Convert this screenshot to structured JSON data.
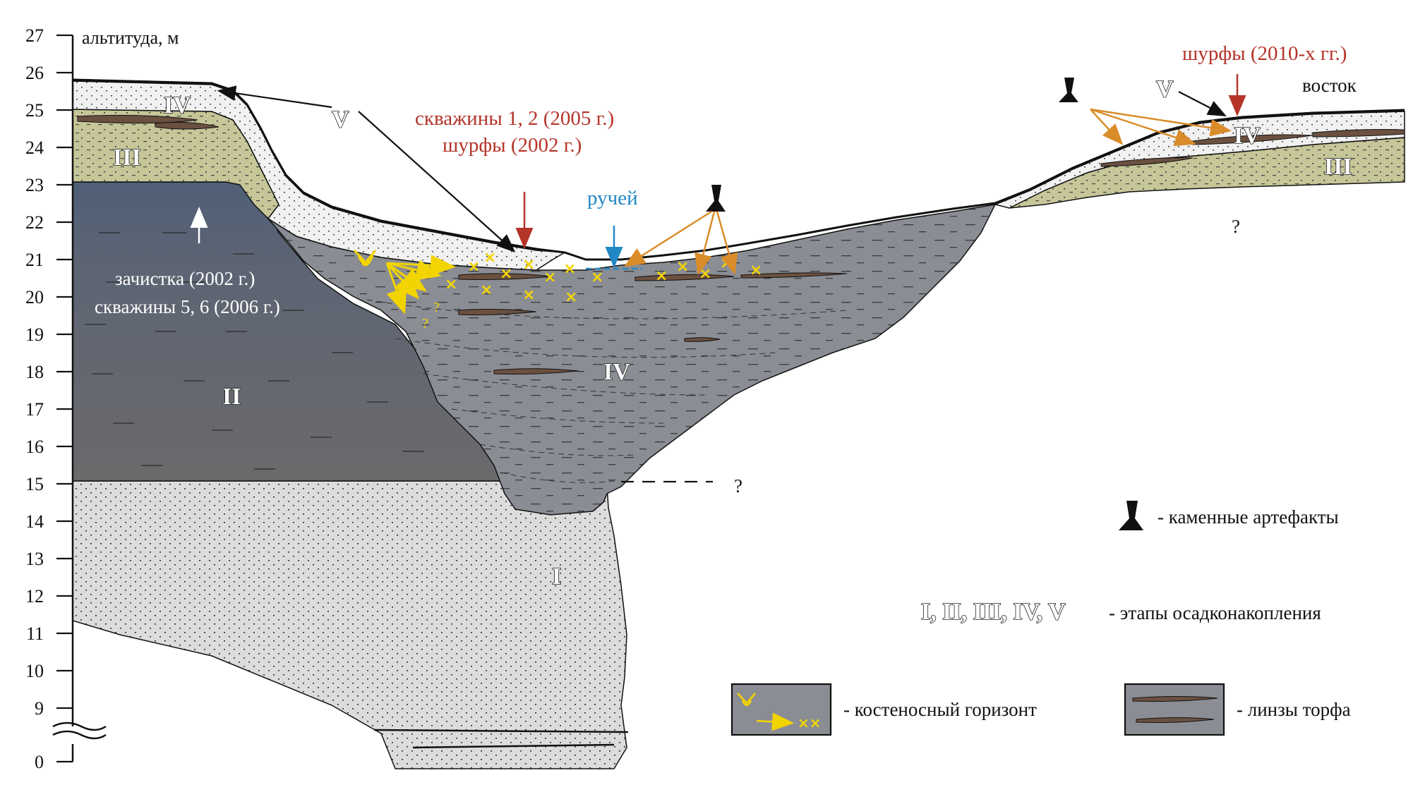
{
  "axis": {
    "title": "альтитуда, м",
    "ticks": [
      "27",
      "26",
      "25",
      "24",
      "23",
      "22",
      "21",
      "20",
      "19",
      "18",
      "17",
      "16",
      "15",
      "14",
      "13",
      "12",
      "11",
      "10",
      "9",
      "0"
    ]
  },
  "labels": {
    "east": "восток",
    "pits_2010s": "шурфы (2010-х гг.)",
    "boreholes_2005": "скважины 1, 2 (2005 г.)",
    "pits_2002": "шурфы (2002 г.)",
    "stream": "ручей",
    "cleaning_2002": "зачистка (2002 г.)",
    "boreholes_2006": "скважины 5, 6 (2006 г.)",
    "question": "?"
  },
  "stages": {
    "I": "I",
    "II": "II",
    "III": "III",
    "IV": "IV",
    "V": "V"
  },
  "legend": {
    "stone_artifacts": "- каменные артефакты",
    "stages_symbols": "I, II, III, IV, V",
    "stages_text": "- этапы осадконакопления",
    "bone_horizon": "- костеносный горизонт",
    "peat_lenses": "- линзы торфа"
  },
  "colors": {
    "layer_I": "#dcdcdc",
    "layer_II": "#65686f",
    "layer_III": "#c8c89a",
    "layer_IV": "#8a8d94",
    "layer_V": "#f0f0f0",
    "peat": "#6b5040",
    "red_labels": "#b5342a",
    "blue_labels": "#2288c4",
    "orange_arrows": "#d98c2a",
    "yellow_bones": "#f2d400"
  }
}
